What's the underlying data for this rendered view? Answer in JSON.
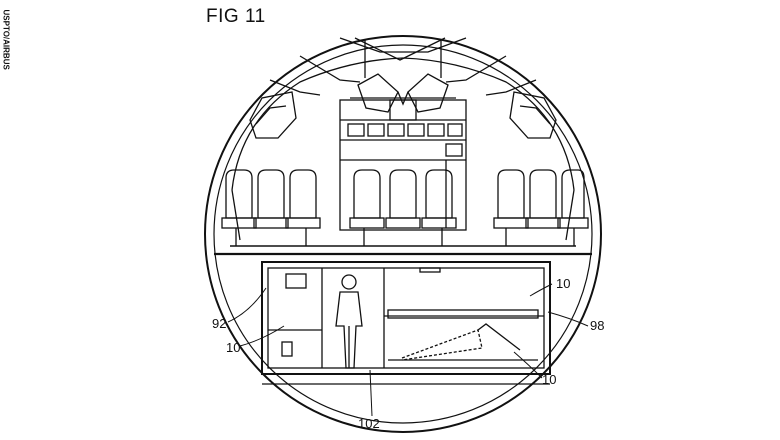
{
  "figure": {
    "title": "FIG 11",
    "credit": "USPTO/AIRBUS"
  },
  "references": {
    "r92": "92",
    "r10_left": "10",
    "r102": "102",
    "r10_top_right": "10",
    "r98": "98",
    "r10_bottom_right": "10"
  }
}
